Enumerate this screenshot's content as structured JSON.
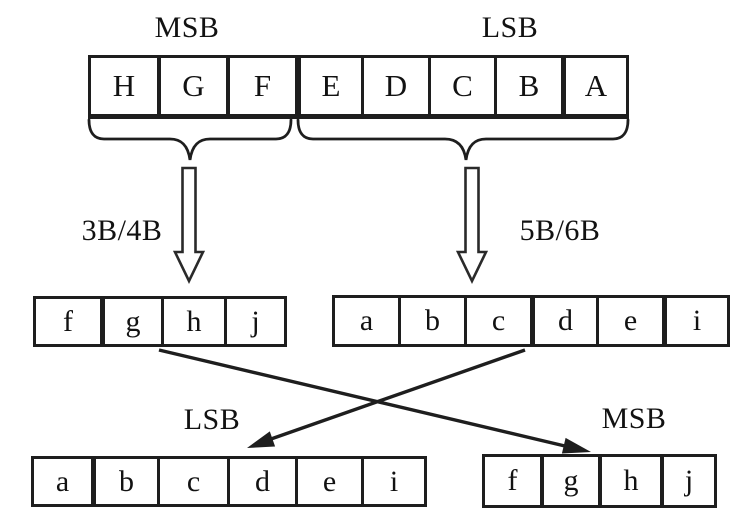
{
  "diagram": {
    "top_group": {
      "msb_label": "MSB",
      "lsb_label": "LSB",
      "cells": [
        "H",
        "G",
        "F",
        "E",
        "D",
        "C",
        "B",
        "A"
      ]
    },
    "encoders": {
      "left_label": "3B/4B",
      "right_label": "5B/6B"
    },
    "encoded_groups": {
      "left_cells": [
        "f",
        "g",
        "h",
        "j"
      ],
      "right_cells": [
        "a",
        "b",
        "c",
        "d",
        "e",
        "i"
      ]
    },
    "output_group": {
      "lsb_label": "LSB",
      "msb_label": "MSB",
      "left_cells": [
        "a",
        "b",
        "c",
        "d",
        "e",
        "i"
      ],
      "right_cells": [
        "f",
        "g",
        "h",
        "j"
      ]
    },
    "colors": {
      "line": "#1e1e1e",
      "text": "#121212",
      "background": "#ffffff"
    }
  }
}
